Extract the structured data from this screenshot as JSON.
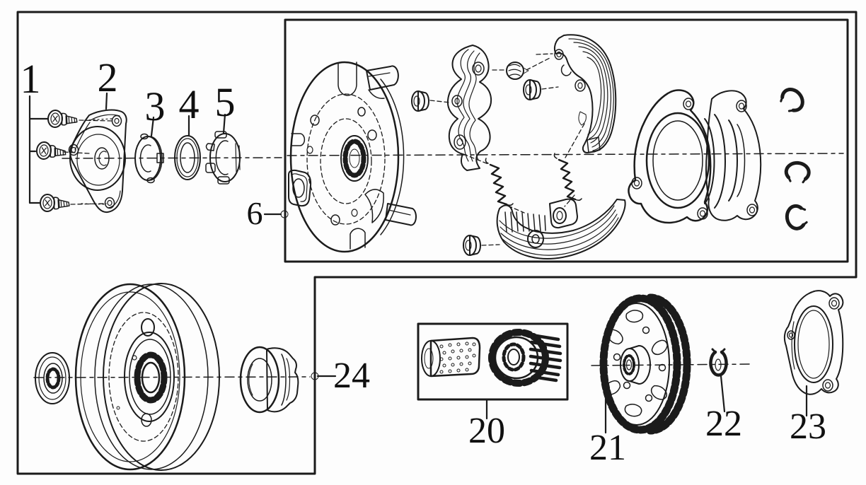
{
  "diagram": {
    "style": "exploded-parts-line-drawing",
    "colors": {
      "background": "#fdfdfd",
      "ink": "#1b1b1b",
      "border": "#000000"
    },
    "callouts": [
      {
        "label": "1",
        "part": "flange-screws"
      },
      {
        "label": "2",
        "part": "bearing-cover-plate"
      },
      {
        "label": "3",
        "part": "lock-nut"
      },
      {
        "label": "4",
        "part": "thrust-washer"
      },
      {
        "label": "5",
        "part": "slotted-retainer"
      },
      {
        "label": "6",
        "part": "clutch-shoe-assembly-box"
      },
      {
        "label": "20",
        "part": "roller-cage-and-pinion-kit-box"
      },
      {
        "label": "21",
        "part": "final-driven-gear"
      },
      {
        "label": "22",
        "part": "circlip"
      },
      {
        "label": "23",
        "part": "end-cover-plate"
      },
      {
        "label": "24",
        "part": "driven-pulley-drum-panel"
      }
    ]
  }
}
